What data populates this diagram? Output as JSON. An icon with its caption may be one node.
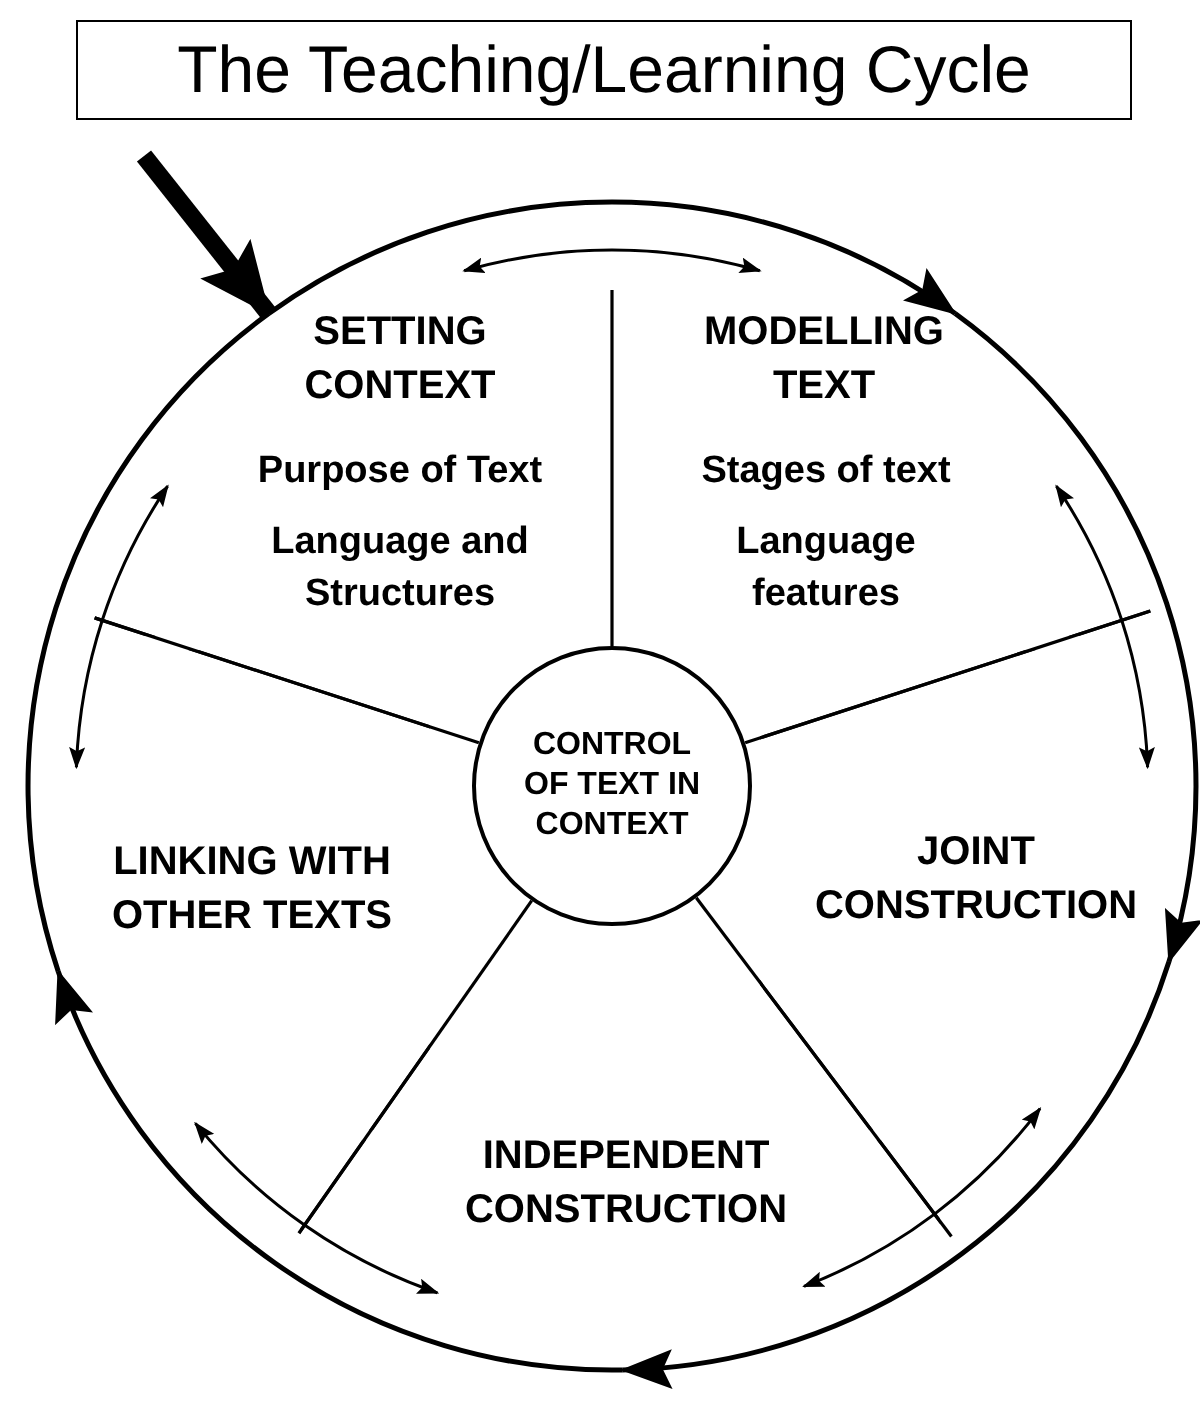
{
  "diagram": {
    "title": "The Teaching/Learning Cycle",
    "nodes": [
      {
        "text": [
          "SETTING CONTEXT",
          "Purpose of Text",
          "Language and Structures"
        ]
      },
      {
        "text": [
          "MODELLING TEXT",
          "Stages of text",
          "Language features"
        ]
      },
      {
        "text": [
          "LINKING WITH OTHER TEXTS"
        ]
      },
      {
        "text": [
          "CONTROL OF TEXT IN CONTEXT"
        ]
      },
      {
        "text": [
          "JOINT CONSTRUCTION"
        ]
      },
      {
        "text": [
          "INDEPENDENT CONSTRUCTION"
        ]
      }
    ],
    "edges": [
      {
        "from": null,
        "to": 0,
        "arrow": "to",
        "style": "thick"
      },
      {
        "from": 0,
        "to": 1,
        "arrow": "to"
      },
      {
        "from": 1,
        "to": 4,
        "arrow": "to"
      },
      {
        "from": 4,
        "to": 5,
        "arrow": "to"
      },
      {
        "from": 5,
        "to": 2,
        "arrow": "to"
      },
      {
        "from": 2,
        "to": 0,
        "arrow": "none"
      },
      {
        "from": 0,
        "to": 1,
        "arrow": "both"
      },
      {
        "from": 1,
        "to": 4,
        "arrow": "both"
      },
      {
        "from": 4,
        "to": 5,
        "arrow": "both"
      },
      {
        "from": 5,
        "to": 2,
        "arrow": "both"
      },
      {
        "from": 2,
        "to": 0,
        "arrow": "both"
      }
    ]
  }
}
